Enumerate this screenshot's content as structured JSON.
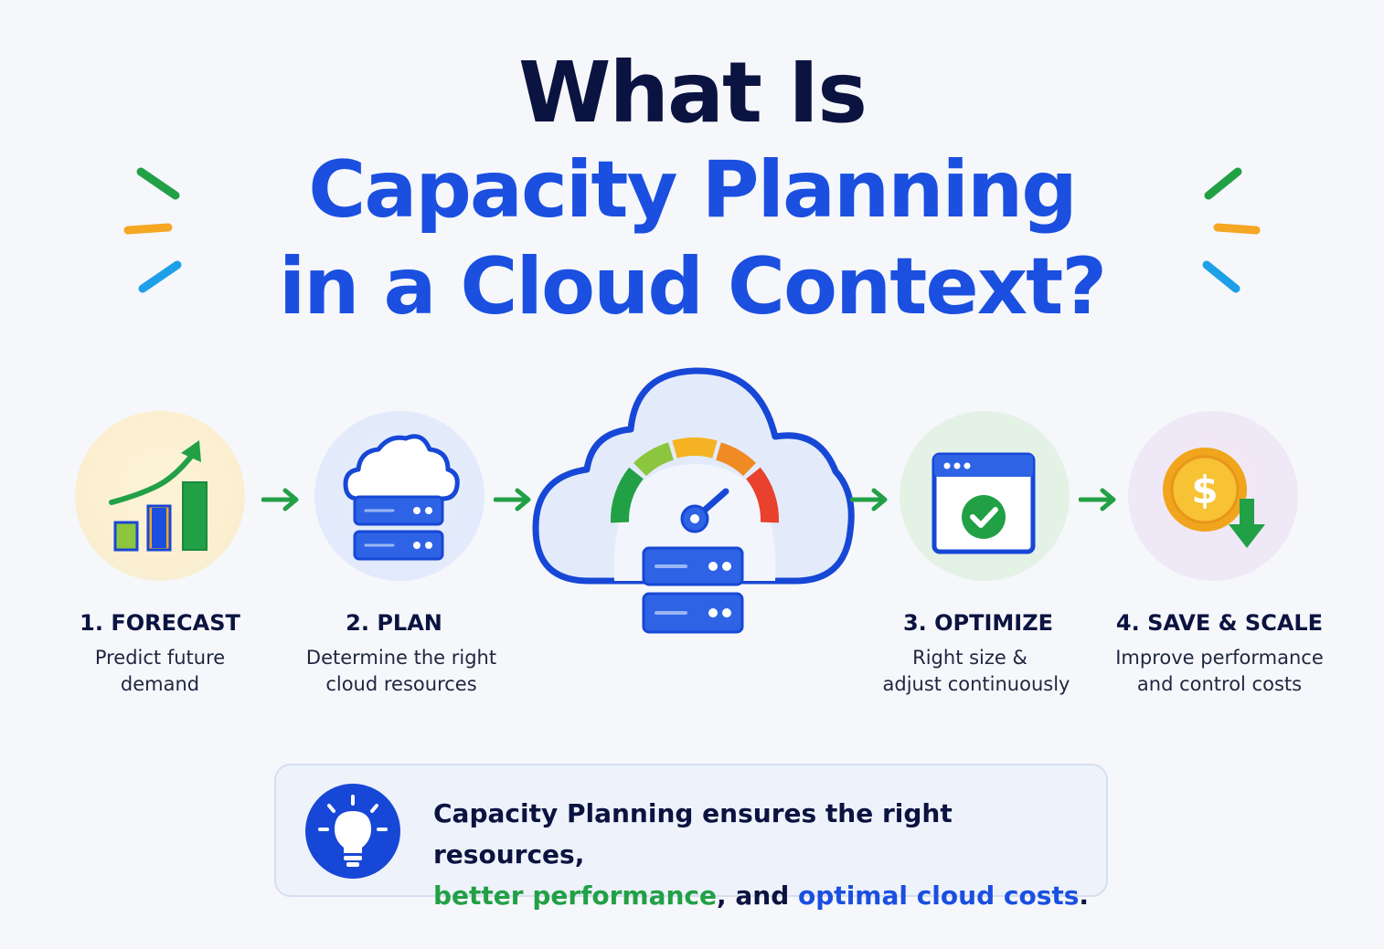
{
  "title": {
    "line1": "What Is",
    "line2": "Capacity Planning",
    "line3": "in a Cloud Context?"
  },
  "steps": [
    {
      "title": "1. FORECAST",
      "desc_line1": "Predict future",
      "desc_line2": "demand",
      "icon": "growth-chart-icon"
    },
    {
      "title": "2. PLAN",
      "desc_line1": "Determine the right",
      "desc_line2": "cloud resources",
      "icon": "cloud-server-icon"
    },
    {
      "title": "3. OPTIMIZE",
      "desc_line1": "Right size &",
      "desc_line2": "adjust continuously",
      "icon": "browser-check-icon"
    },
    {
      "title": "4. SAVE & SCALE",
      "desc_line1": "Improve performance",
      "desc_line2": "and control costs",
      "icon": "coin-down-arrow-icon"
    }
  ],
  "center_icon": "cloud-gauge-server-icon",
  "summary": {
    "line1": "Capacity Planning ensures the right resources,",
    "green_part": "better performance",
    "middle_part": ", and ",
    "blue_part": "optimal cloud costs",
    "end_part": ".",
    "icon": "lightbulb-icon"
  },
  "colors": {
    "navy": "#0b1340",
    "blue": "#1a4fe0",
    "green": "#22a046",
    "orange": "#f5a623",
    "light_blue": "#1ea0e8"
  }
}
